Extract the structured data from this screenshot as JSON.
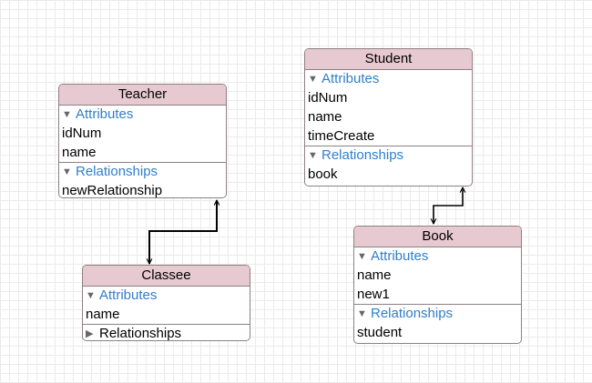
{
  "entities": {
    "teacher": {
      "name": "Teacher",
      "attributes_label": "Attributes",
      "attributes": [
        "idNum",
        "name"
      ],
      "relationships_label": "Relationships",
      "relationships": [
        "newRelationship"
      ]
    },
    "student": {
      "name": "Student",
      "attributes_label": "Attributes",
      "attributes": [
        "idNum",
        "name",
        "timeCreate"
      ],
      "relationships_label": "Relationships",
      "relationships": [
        "book"
      ]
    },
    "classee": {
      "name": "Classee",
      "attributes_label": "Attributes",
      "attributes": [
        "name"
      ],
      "relationships_label": "Relationships"
    },
    "book": {
      "name": "Book",
      "attributes_label": "Attributes",
      "attributes": [
        "name",
        "new1"
      ],
      "relationships_label": "Relationships",
      "relationships": [
        "student"
      ]
    }
  },
  "icons": {
    "expanded": "triangle-down-icon",
    "collapsed": "triangle-right-icon"
  },
  "colors": {
    "header_fill": "#e7c9d1",
    "border": "#8e7f86",
    "section_label": "#2f7fc9",
    "connector": "#000000"
  }
}
